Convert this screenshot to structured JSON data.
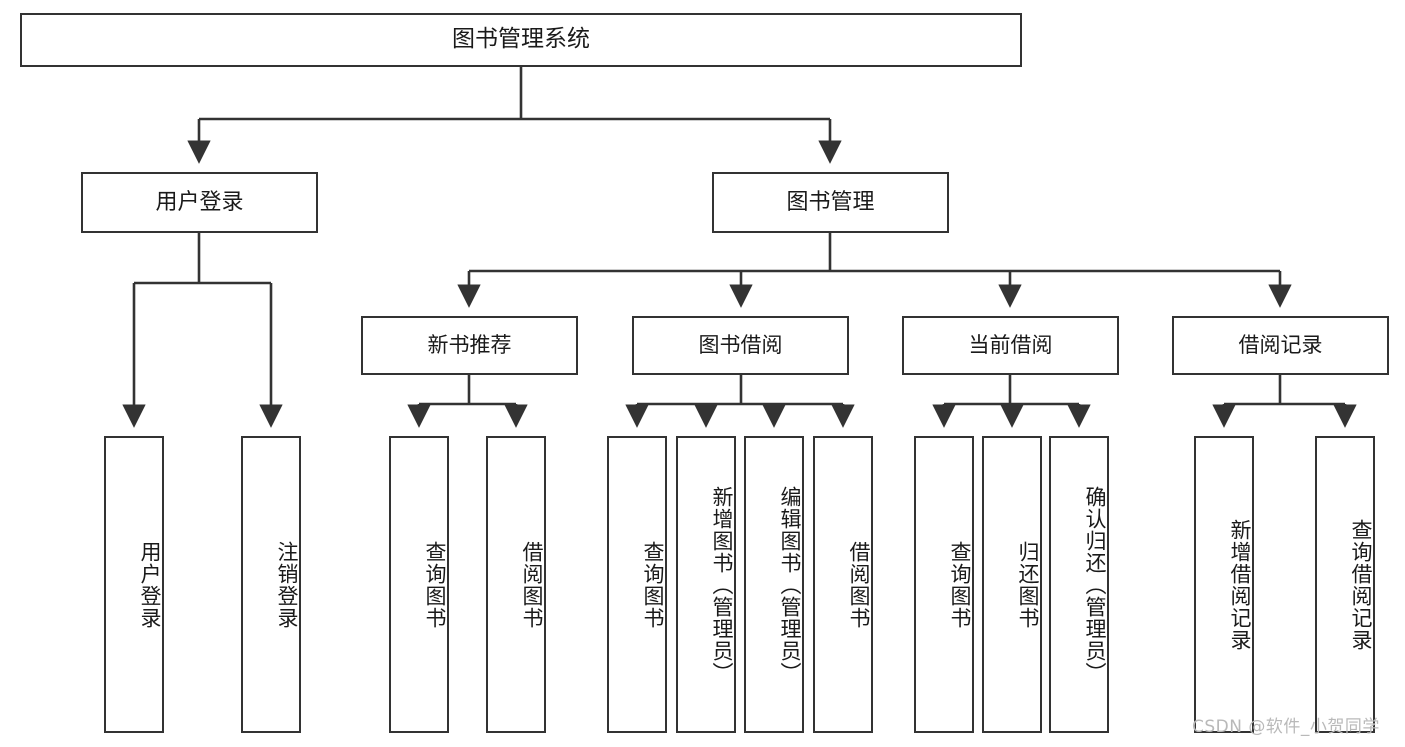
{
  "diagram": {
    "type": "tree",
    "title": "图书管理系统",
    "root": {
      "label": "图书管理系统"
    },
    "level2": [
      {
        "label": "用户登录"
      },
      {
        "label": "图书管理"
      }
    ],
    "level3": [
      {
        "label": "新书推荐"
      },
      {
        "label": "图书借阅"
      },
      {
        "label": "当前借阅"
      },
      {
        "label": "借阅记录"
      }
    ],
    "leaves": {
      "user_login": [
        {
          "label": "用户登录"
        },
        {
          "label": "注销登录"
        }
      ],
      "new_book_recommend": [
        {
          "label": "查询图书"
        },
        {
          "label": "借阅图书"
        }
      ],
      "book_borrow": [
        {
          "label": "查询图书"
        },
        {
          "label": "新增图书（管理员）"
        },
        {
          "label": "编辑图书（管理员）"
        },
        {
          "label": "借阅图书"
        }
      ],
      "current_borrow": [
        {
          "label": "查询图书"
        },
        {
          "label": "归还图书"
        },
        {
          "label": "确认归还（管理员）"
        }
      ],
      "borrow_records": [
        {
          "label": "新增借阅记录"
        },
        {
          "label": "查询借阅记录"
        }
      ]
    }
  },
  "watermark": {
    "text": "CSDN @软件_小贺同学"
  },
  "colors": {
    "stroke": "#333333",
    "background": "#ffffff",
    "text": "#1a1a1a",
    "watermark": "#b9b9b9"
  }
}
